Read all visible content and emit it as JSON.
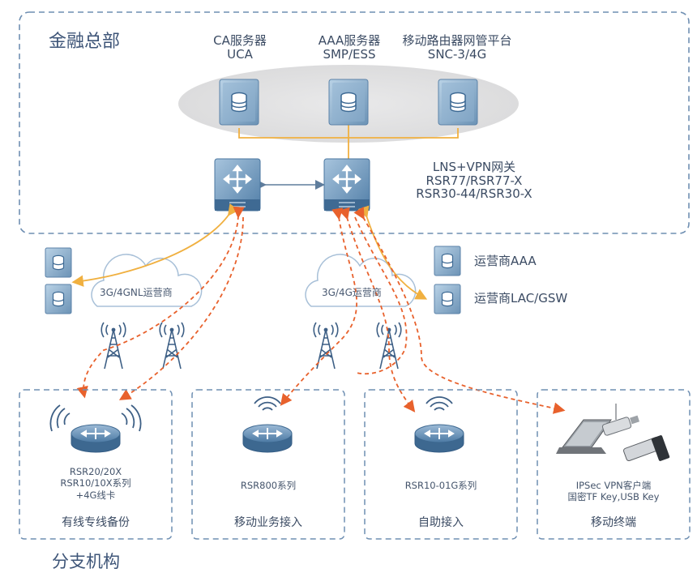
{
  "hq": {
    "title": "金融总部"
  },
  "branch": {
    "title": "分支机构"
  },
  "servers": [
    {
      "line1": "CA服务器",
      "line2": "UCA"
    },
    {
      "line1": "AAA服务器",
      "line2": "SMP/ESS"
    },
    {
      "line1": "移动路由器网管平台",
      "line2": "SNC-3/4G"
    }
  ],
  "gateway": {
    "line1": "LNS+VPN网关",
    "line2": "RSR77/RSR77-X",
    "line3": "RSR30-44/RSR30-X"
  },
  "operators": [
    {
      "label": "运营商AAA"
    },
    {
      "label": "运营商LAC/GSW"
    }
  ],
  "clouds": [
    {
      "label": "3G/4GNL运营商"
    },
    {
      "label": "3G/4G运营商"
    }
  ],
  "branches": [
    {
      "device_lines": [
        "RSR20/20X",
        "RSR10/10X系列",
        "+4G线卡"
      ],
      "box_label": "有线专线备份"
    },
    {
      "device_lines": [
        "RSR800系列"
      ],
      "box_label": "移动业务接入"
    },
    {
      "device_lines": [
        "RSR10-01G系列"
      ],
      "box_label": "自助接入"
    },
    {
      "device_lines": [
        "IPSec VPN客户端",
        "国密TF Key,USB Key"
      ],
      "box_label": "移动终端"
    }
  ],
  "colors": {
    "dashed_border": "#6f8fb2",
    "orange": "#f0b040",
    "red_dash": "#e8612c",
    "device_blue": "#3f6f9a"
  }
}
